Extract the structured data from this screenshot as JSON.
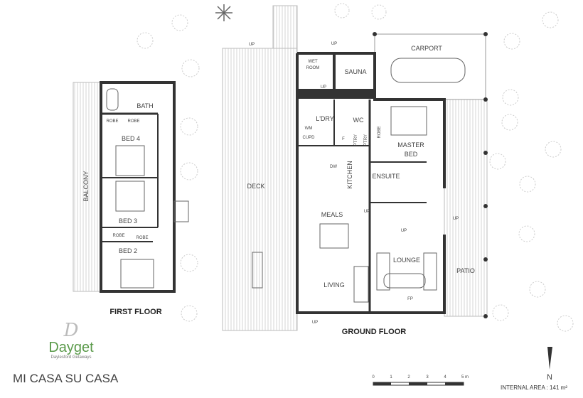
{
  "brand": {
    "logo_letter": "D",
    "name": "Dayget",
    "tagline": "Daylesford Getaways",
    "color": "#5a9a4a"
  },
  "property_name": "MI CASA SU CASA",
  "first_floor": {
    "title": "FIRST FLOOR",
    "rooms": {
      "balcony": "BALCONY",
      "bath": "BATH",
      "robe1": "ROBE",
      "robe2": "ROBE",
      "bed4": "BED 4",
      "bed3": "BED 3",
      "robe3": "ROBE",
      "robe4": "ROBE",
      "bed2": "BED 2"
    }
  },
  "ground_floor": {
    "title": "GROUND FLOOR",
    "rooms": {
      "wet_room_1": "WET",
      "wet_room_2": "ROOM",
      "sauna": "SAUNA",
      "carport": "CARPORT",
      "laundry": "L'DRY",
      "wc": "WC",
      "wm": "WM",
      "cupd": "CUPD",
      "fridge": "F",
      "pantry1": "PTRY",
      "pantry2": "PTRY",
      "robe": "ROBE",
      "master_1": "MASTER",
      "master_2": "BED",
      "dw": "DW",
      "kitchen": "KITCHEN",
      "ensuite": "ENSUITE",
      "deck": "DECK",
      "meals": "MEALS",
      "lounge": "LOUNGE",
      "patio": "PATIO",
      "living": "LIVING",
      "fp": "FP"
    },
    "up_label": "UP"
  },
  "scale_bar": {
    "ticks": [
      "0",
      "1",
      "2",
      "3",
      "4",
      "5 m"
    ]
  },
  "north": "N",
  "internal_area": "INTERNAL AREA : 141 m²"
}
